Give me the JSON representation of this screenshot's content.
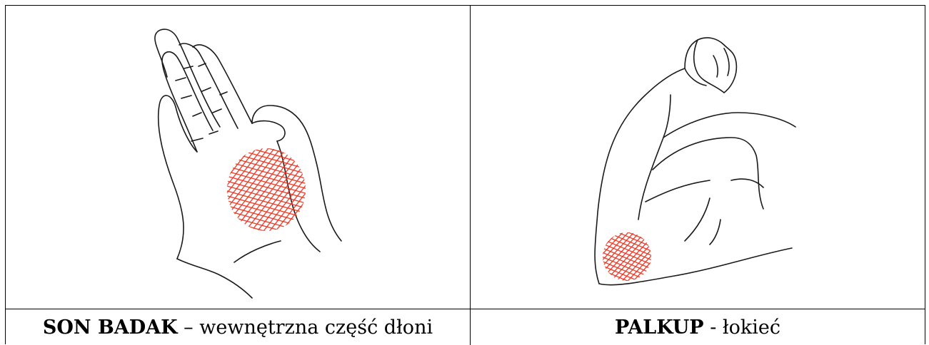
{
  "table": {
    "left": {
      "name_bold": "SON BADAK",
      "separator": " – ",
      "description": "wewnętrzna część dłoni",
      "illustration": "palm-hand-illustration",
      "highlight_color": "#e8321f"
    },
    "right": {
      "name_bold": "PALKUP",
      "separator": " - ",
      "description": "łokieć",
      "illustration": "elbow-arm-illustration",
      "highlight_color": "#e8321f"
    }
  }
}
